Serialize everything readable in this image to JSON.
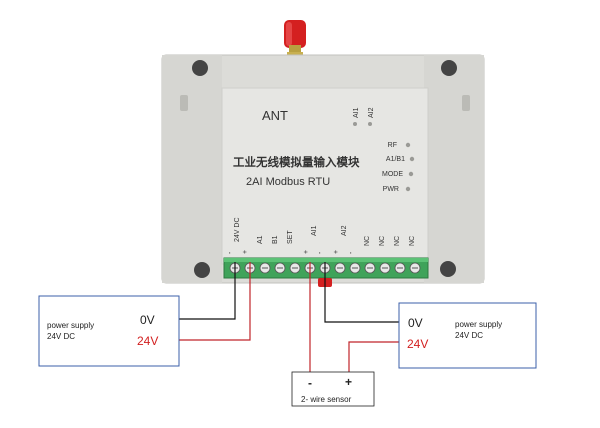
{
  "device": {
    "ant_label": "ANT",
    "title_cn": "工业无线模拟量输入模块",
    "model": "2AI Modbus RTU",
    "top_leds": [
      "AI1",
      "AI2"
    ],
    "status_leds": [
      "RF",
      "A1/B1",
      "MODE",
      "PWR"
    ],
    "terminals": [
      "24V DC",
      "-",
      "+",
      "A1",
      "B1",
      "SET",
      "+",
      "AI1",
      "-",
      "+",
      "AI2",
      "-",
      "NC",
      "NC",
      "NC",
      "NC"
    ]
  },
  "left_supply": {
    "label_line1": "power supply",
    "label_line2": "24V DC",
    "zero_v": "0V",
    "plus_v": "24V"
  },
  "right_supply": {
    "label_line1": "power supply",
    "label_line2": "24V DC",
    "zero_v": "0V",
    "plus_v": "24V"
  },
  "sensor": {
    "label": "2- wire sensor",
    "minus": "-",
    "plus": "+"
  },
  "colors": {
    "enclosure": "#dcdcd8",
    "terminal_block": "#3fa35a",
    "antenna": "#d42020",
    "box_border": "#3b5fa8",
    "wire_red": "#c0242a",
    "wire_black": "#111111",
    "text_red": "#d21f1f"
  }
}
